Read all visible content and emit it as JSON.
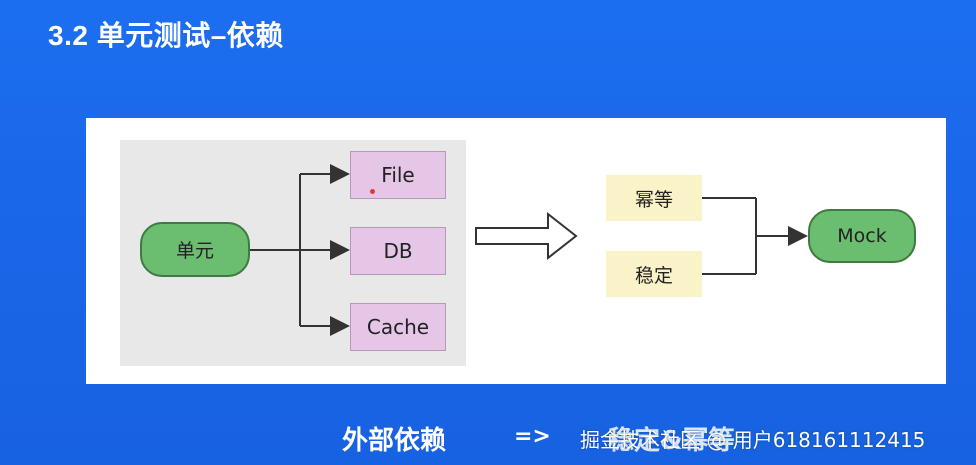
{
  "slide": {
    "title": "3.2 单元测试–依赖"
  },
  "diagram": {
    "source_node": "单元",
    "dependencies": [
      "File",
      "DB",
      "Cache"
    ],
    "qualities": [
      "幂等",
      "稳定"
    ],
    "target_node": "Mock"
  },
  "footer": {
    "left": "外部依赖",
    "arrow": "=>",
    "right": "稳定&幂等",
    "watermark": "掘金技术社区 @ 用户618161112415"
  },
  "colors": {
    "background": "#1a66e8",
    "green_node": "#6bbd6f",
    "purple_box": "#e6c6e6",
    "yellow_box": "#fbf3c8"
  }
}
